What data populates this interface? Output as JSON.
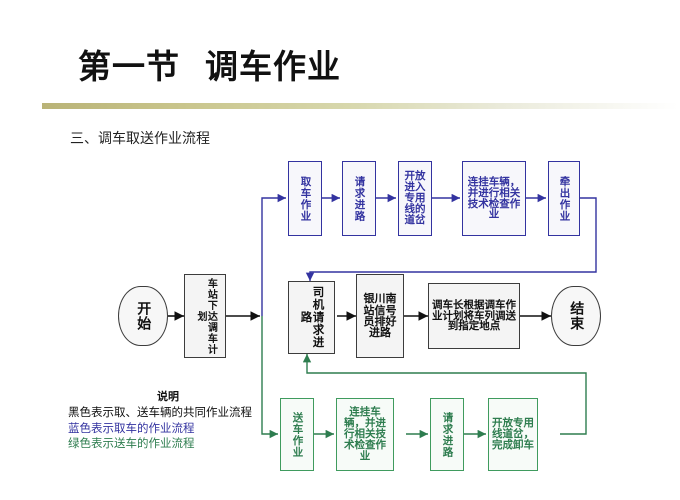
{
  "slide": {
    "title": "第一节  调车作业",
    "subtitle": "三、调车取送作业流程"
  },
  "colors": {
    "black": "#111111",
    "blue": "#3333a0",
    "green": "#2e7d4f",
    "divider_start": "#b9b377",
    "divider_end": "#ffffff"
  },
  "flow": {
    "start": "开始",
    "end": "结束",
    "common": [
      {
        "id": "plan",
        "label": "车站下达调车计划"
      },
      {
        "id": "driver-request",
        "label": "司机请求进路"
      },
      {
        "id": "signal-route",
        "label": "银川南站信号员排好进路"
      },
      {
        "id": "dispatch-to-point",
        "label": "调车长根据调车作业计划将车列调送到指定地点"
      }
    ],
    "pickup_blue": [
      {
        "id": "pickup-op",
        "label": "取车作业"
      },
      {
        "id": "pickup-request-route",
        "label": "请求进路"
      },
      {
        "id": "pickup-open-switch",
        "label": "开放进入专用线的道岔"
      },
      {
        "id": "pickup-couple-inspect",
        "label": "连挂车辆，并进行相关技术检查作业"
      },
      {
        "id": "pickup-pull-out",
        "label": "牵出作业"
      }
    ],
    "delivery_green": [
      {
        "id": "delivery-op",
        "label": "送车作业"
      },
      {
        "id": "delivery-couple-inspect",
        "label": "连挂车辆，并进行相关技术检查作业"
      },
      {
        "id": "delivery-request-route",
        "label": "请求进路"
      },
      {
        "id": "delivery-open-unload",
        "label": "开放专用线道岔，完成卸车"
      }
    ]
  },
  "legend": {
    "title": "说明",
    "black_note": "黑色表示取、送车辆的共同作业流程",
    "blue_note": "蓝色表示取车的作业流程",
    "green_note": "绿色表示送车的作业流程"
  }
}
